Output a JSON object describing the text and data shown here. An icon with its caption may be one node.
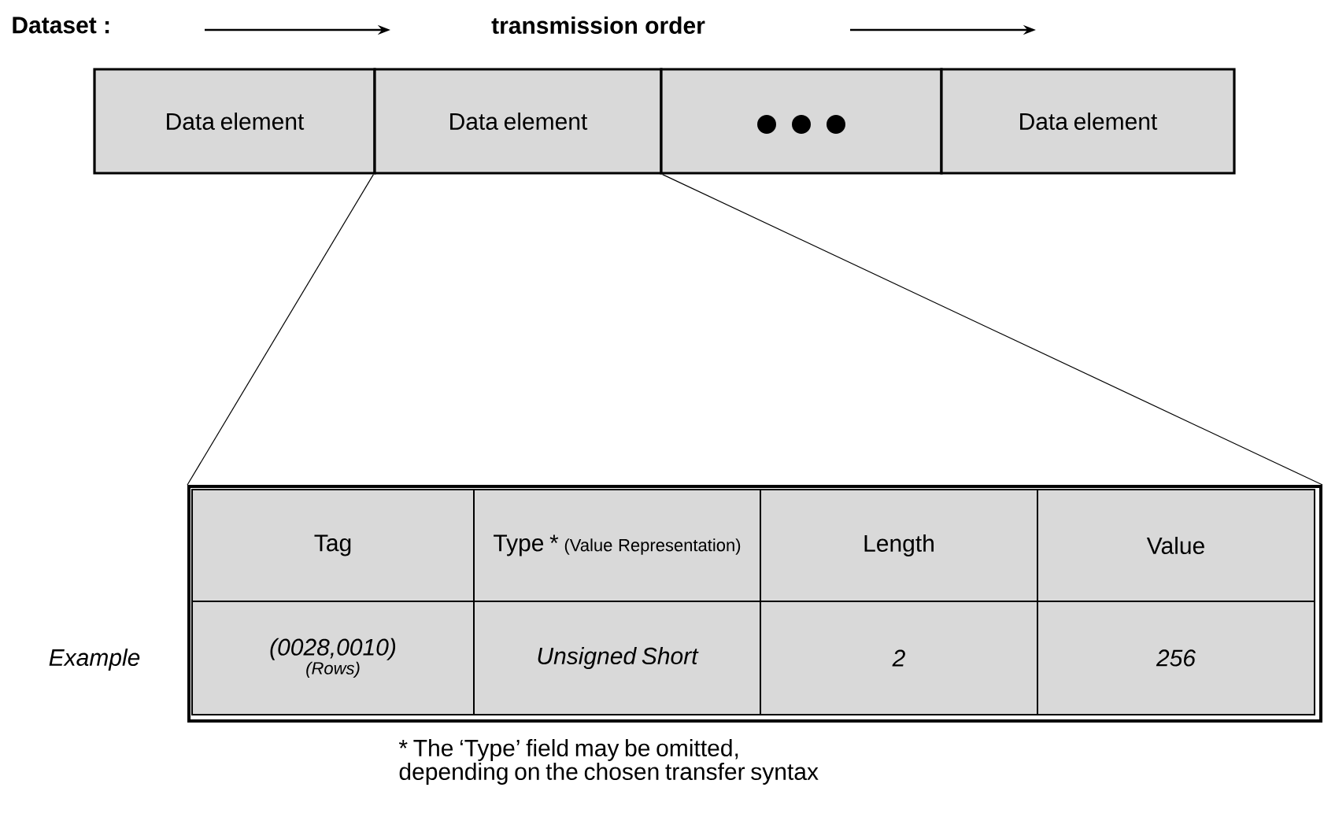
{
  "diagram": {
    "nodes": [
      {
        "text": [
          "Data element"
        ]
      },
      {
        "text": [
          "Data element"
        ]
      },
      {
        "text": [],
        "shape": "box"
      },
      {
        "text": [
          "Data element"
        ]
      },
      {
        "text": [],
        "shape": "box"
      },
      {
        "text": [
          "Tag"
        ],
        "in": 4
      },
      {
        "text": [
          "Type *",
          "(Value Representation)"
        ],
        "in": 4
      },
      {
        "text": [
          "Length"
        ],
        "in": 4
      },
      {
        "text": [
          "Value"
        ],
        "in": 4
      },
      {
        "text": [
          "(0028,0010)",
          "(Rows)"
        ],
        "in": 4
      },
      {
        "text": [
          "Unsigned Short"
        ],
        "in": 4
      },
      {
        "text": [
          "2"
        ],
        "in": 4
      },
      {
        "text": [
          "256"
        ],
        "in": 4
      }
    ],
    "edges": [
      {
        "from": 1,
        "to": 4,
        "arrow": "none"
      },
      {
        "from": 1,
        "to": 4,
        "arrow": "none"
      }
    ],
    "labels": [
      "Dataset :",
      "transmission order",
      "Example",
      "* The ‘Type’ field may be omitted, depending on the chosen transfer syntax"
    ]
  }
}
